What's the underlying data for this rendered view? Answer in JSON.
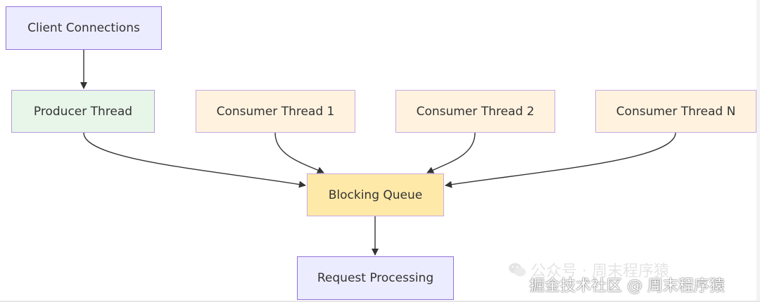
{
  "nodes": {
    "client": "Client Connections",
    "producer": "Producer Thread",
    "consumer1": "Consumer Thread 1",
    "consumer2": "Consumer Thread 2",
    "consumerN": "Consumer Thread N",
    "queue": "Blocking Queue",
    "request": "Request Processing"
  },
  "watermark": {
    "line1": "公众号 · 周末程序猿",
    "line2": "掘金技术社区 @ 周末程序猿",
    "icon": "wechat-icon"
  },
  "colors": {
    "edge": "#333333",
    "border": "#9370DB",
    "lavender": "#ECECFF",
    "green": "#E8F5E9",
    "peach": "#FFF3E0",
    "yellow": "#FFE9A8"
  }
}
